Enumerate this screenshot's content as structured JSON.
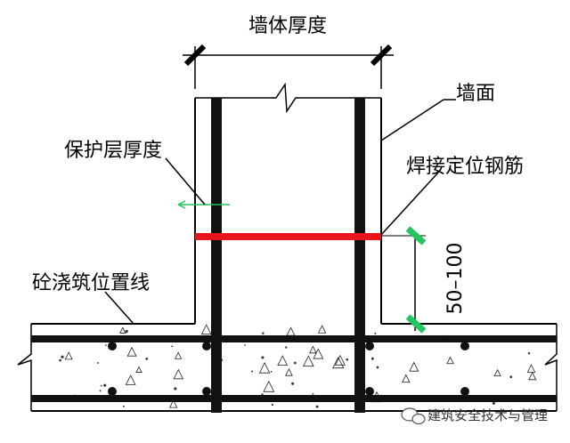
{
  "labels": {
    "wall_thickness": "墙体厚度",
    "wall_face": "墙面",
    "cover_thickness": "保护层厚度",
    "welded_positioning_rebar": "焊接定位钢筋",
    "concrete_pour_line": "砼浇筑位置线",
    "dimension_range": "50–100"
  },
  "watermark": {
    "text": "建筑安全技术与管理",
    "icon": "wechat-icon"
  },
  "colors": {
    "line": "#000000",
    "rebar": "#111111",
    "positioning_rebar": "#e8141b",
    "cover_marker": "#22c55e",
    "dimension_tick": "#22c55e",
    "concrete_fill": "#ffffff"
  }
}
